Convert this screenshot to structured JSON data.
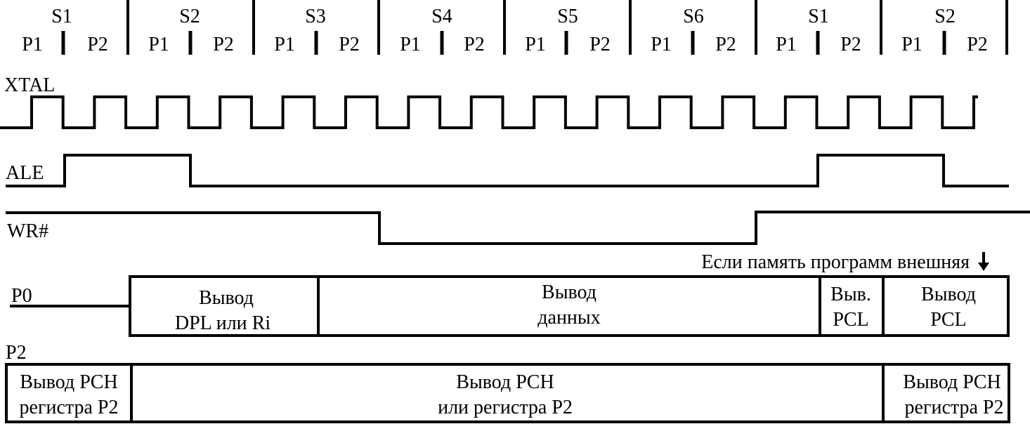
{
  "states": [
    "S1",
    "S2",
    "S3",
    "S4",
    "S5",
    "S6",
    "S1",
    "S2"
  ],
  "phases": [
    "P1",
    "P2"
  ],
  "signals": {
    "xtal": "XTAL",
    "ale": "ALE",
    "wr": "WR#",
    "p0": "P0",
    "p2": "P2"
  },
  "note": "Если память программ внешняя",
  "p0_cells": [
    {
      "line1": "Вывод",
      "line2": "DPL или Ri"
    },
    {
      "line1": "Вывод",
      "line2": "данных"
    },
    {
      "line1": "Выв.",
      "line2": "PCL"
    },
    {
      "line1": "Вывод",
      "line2": "PCL"
    }
  ],
  "p2_cells": [
    {
      "line1": "Вывод PCH",
      "line2": "регистра P2"
    },
    {
      "line1": "Вывод PCH",
      "line2": "или регистра P2"
    },
    {
      "line1": "Вывод PCH",
      "line2": "регистра P2"
    }
  ]
}
